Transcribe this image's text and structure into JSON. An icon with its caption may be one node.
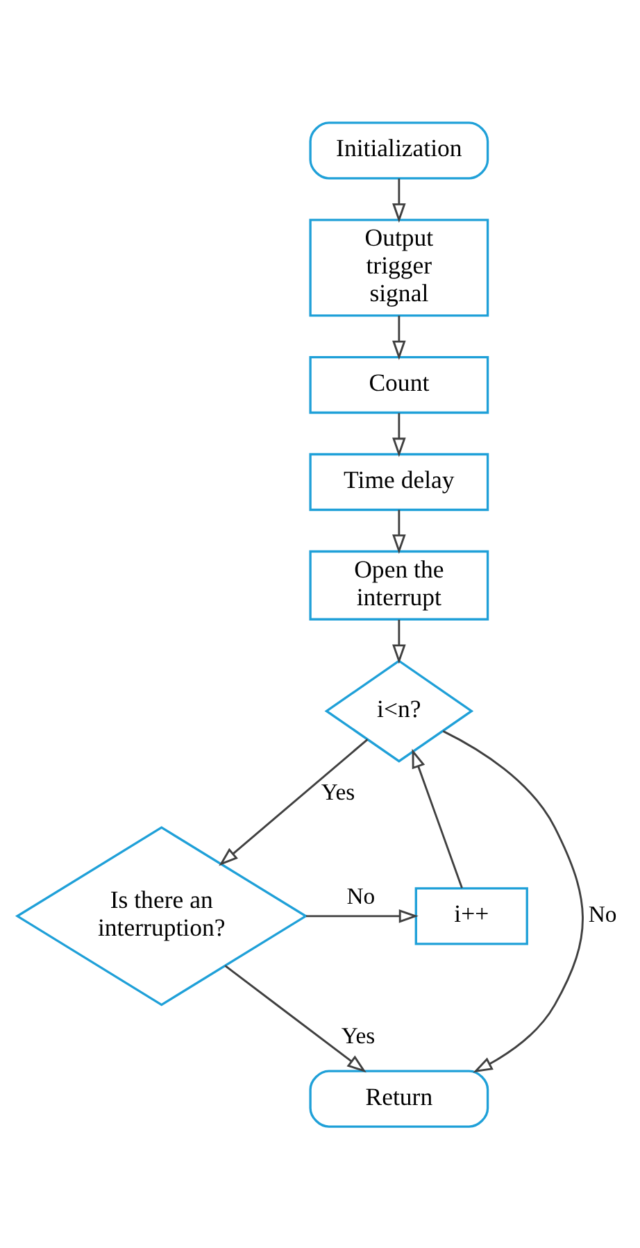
{
  "diagram": {
    "nodes": [
      {
        "text": [
          "Initialization"
        ]
      },
      {
        "text": [
          "Output trigger signal"
        ]
      },
      {
        "text": [
          "Count"
        ]
      },
      {
        "text": [
          "Time delay"
        ]
      },
      {
        "text": [
          "Open the interrupt"
        ]
      },
      {
        "text": [
          "i<n?"
        ]
      },
      {
        "text": [
          "Is there an interruption?"
        ]
      },
      {
        "text": [
          "i++"
        ]
      },
      {
        "text": [
          "Return"
        ]
      }
    ],
    "edges": [
      {
        "from": 0,
        "to": 1,
        "arrow": "to"
      },
      {
        "from": 1,
        "to": 2,
        "arrow": "to"
      },
      {
        "from": 2,
        "to": 3,
        "arrow": "to"
      },
      {
        "from": 3,
        "to": 4,
        "arrow": "to"
      },
      {
        "from": 4,
        "to": 5,
        "arrow": "to"
      },
      {
        "from": 5,
        "to": 6,
        "arrow": "to",
        "label": "Yes"
      },
      {
        "from": 5,
        "to": 8,
        "arrow": "to",
        "label": "No"
      },
      {
        "from": 6,
        "to": 7,
        "arrow": "to",
        "label": "No"
      },
      {
        "from": 6,
        "to": 8,
        "arrow": "to",
        "label": "Yes"
      },
      {
        "from": 7,
        "to": 5,
        "arrow": "to"
      }
    ]
  }
}
